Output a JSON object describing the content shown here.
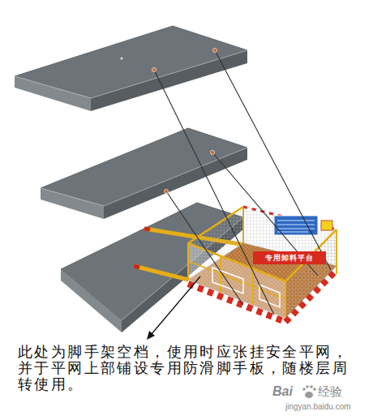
{
  "diagram": {
    "labels": [
      "此处为脚手架空档，使用时应张挂安全平网，并于平网上部铺设专用防滑脚手板，随楼层周转使用。",
      "专用卸料平台",
      "Bai",
      "经验",
      "jingyan.baidu.com"
    ]
  }
}
